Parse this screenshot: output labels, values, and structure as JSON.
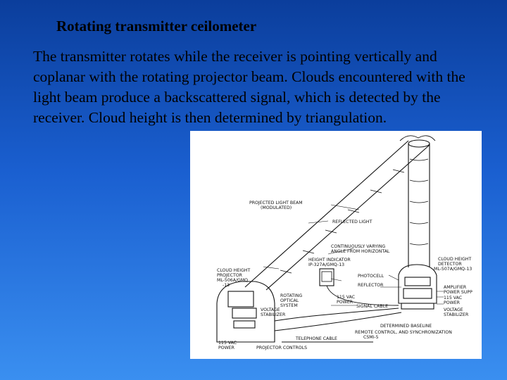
{
  "slide": {
    "title": "Rotating transmitter ceilometer",
    "body": "The transmitter rotates while the receiver is pointing vertically and coplanar with the rotating projector beam. Clouds encountered with the light beam produce a backscattered signal, which is detected by the receiver. Cloud height is then determined by triangulation."
  },
  "figure": {
    "labels": {
      "projected_beam_1": "PROJECTED LIGHT BEAM",
      "projected_beam_2": "(MODULATED)",
      "reflected_light": "REFLECTED LIGHT",
      "angle_1": "CONTINUOUSLY VARYING",
      "angle_2": "ANGLE FROM HORIZONTAL",
      "indicator_1": "HEIGHT INDICATOR",
      "indicator_2": "IP-327A/GMQ-13",
      "detector_1": "CLOUD HEIGHT",
      "detector_2": "DETECTOR",
      "detector_3": "ML-507A/GMQ-13",
      "projector_1": "CLOUD HEIGHT",
      "projector_2": "PROJECTOR",
      "projector_3": "ML-506A/GMQ",
      "projector_4": "-13",
      "photocell": "PHOTOCELL",
      "reflector": "REFLECTOR",
      "optical_1": "ROTATING",
      "optical_2": "OPTICAL",
      "optical_3": "SYSTEM",
      "vac_mid_1": "115 VAC",
      "vac_mid_2": "POWER",
      "signal_cable": "SIGNAL CABLE",
      "amp_1": "AMPLIFIER",
      "amp_2": "POWER SUPP",
      "vac_right_1": "115 VAC",
      "vac_right_2": "POWER",
      "volt_right_1": "VOLTAGE",
      "volt_right_2": "STABILIZER",
      "volt_left_1": "VOLTAGE",
      "volt_left_2": "STABILIZER",
      "baseline": "DETERMINED BASELINE",
      "remote_1": "REMOTE CONTROL, AND SYNCHRONIZATION",
      "remote_2": "CSMI-5",
      "telephone": "TELEPHONE CABLE",
      "vac_left_1": "115 VAC",
      "vac_left_2": "POWER",
      "proj_controls": "PROJECTOR CONTROLS"
    }
  }
}
